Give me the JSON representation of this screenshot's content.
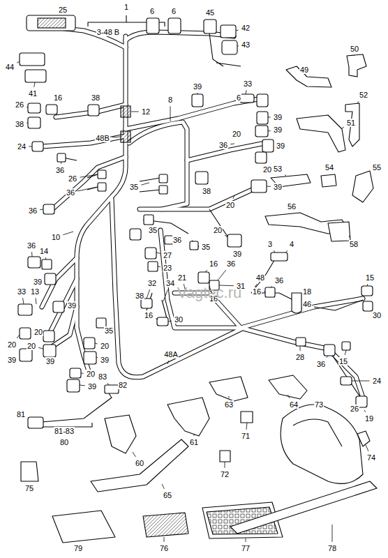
{
  "diagram": {
    "labels": [
      "1",
      "3-48 B",
      "25",
      "6",
      "6",
      "45",
      "42",
      "43",
      "50",
      "49",
      "44",
      "41",
      "16",
      "38",
      "26",
      "38",
      "52",
      "39",
      "33",
      "12",
      "8",
      "6",
      "39",
      "48B",
      "24",
      "20",
      "39",
      "51",
      "36",
      "39",
      "20",
      "36",
      "53",
      "54",
      "55",
      "26",
      "35",
      "38",
      "39",
      "36",
      "20",
      "56",
      "36",
      "35",
      "20",
      "39",
      "58",
      "10",
      "36",
      "14",
      "36",
      "35",
      "3",
      "4",
      "27",
      "23",
      "16",
      "36",
      "21",
      "48",
      "36",
      "15",
      "39",
      "32",
      "34",
      "31",
      "33",
      "13",
      "16",
      "18",
      "38",
      "46",
      "39",
      "16",
      "16",
      "30",
      "30",
      "35",
      "20",
      "20",
      "20",
      "20",
      "39",
      "39",
      "39",
      "28",
      "36",
      "15",
      "48A",
      "20",
      "39",
      "83",
      "82",
      "24",
      "63",
      "64",
      "73",
      "26",
      "81",
      "19",
      "81-83",
      "80",
      "71",
      "61",
      "74",
      "60",
      "72",
      "75",
      "65",
      "79",
      "76",
      "77",
      "78",
      "Vagtec.ru"
    ]
  }
}
